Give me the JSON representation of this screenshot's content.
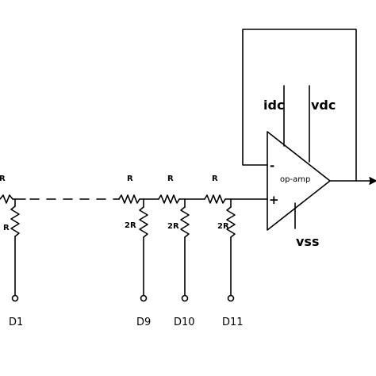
{
  "labels": {
    "r_left": "R",
    "r_left_leg": "R",
    "r1": "R",
    "r2": "R",
    "r3": "R",
    "leg1": "2R",
    "leg2": "2R",
    "leg3": "2R",
    "d1": "D1",
    "d9": "D9",
    "d10": "D10",
    "d11": "D11",
    "opamp": "op-amp",
    "idc": "idc",
    "vdc": "vdc",
    "vss": "vss",
    "minus": "-",
    "plus": "+"
  }
}
